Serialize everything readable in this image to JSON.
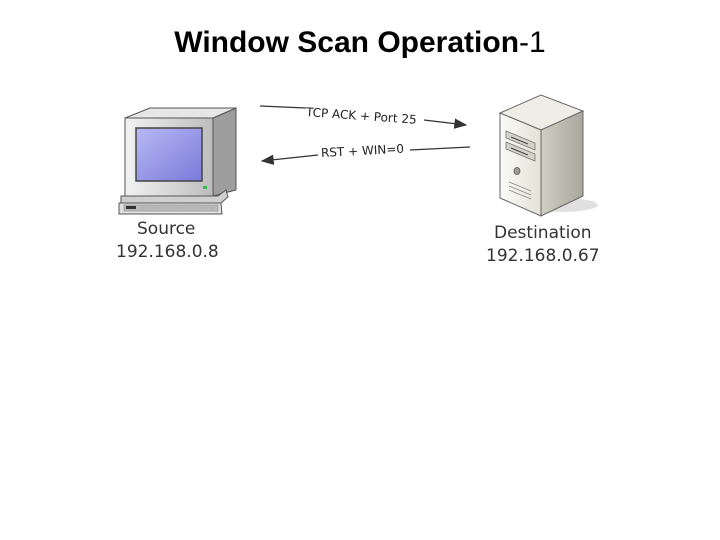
{
  "title": {
    "main": "Window Scan Operation",
    "suffix": "-1"
  },
  "source": {
    "name": "Source",
    "ip": "192.168.0.8"
  },
  "destination": {
    "name": "Destination",
    "ip": "192.168.0.67"
  },
  "messages": {
    "request": "TCP ACK + Port 25",
    "response": "RST + WIN=0"
  },
  "colors": {
    "screen": "#8c8ce6",
    "casing": "#d9d9d9",
    "arrow": "#333333"
  },
  "icons": {
    "source": "desktop-computer-icon",
    "destination": "server-tower-icon"
  }
}
